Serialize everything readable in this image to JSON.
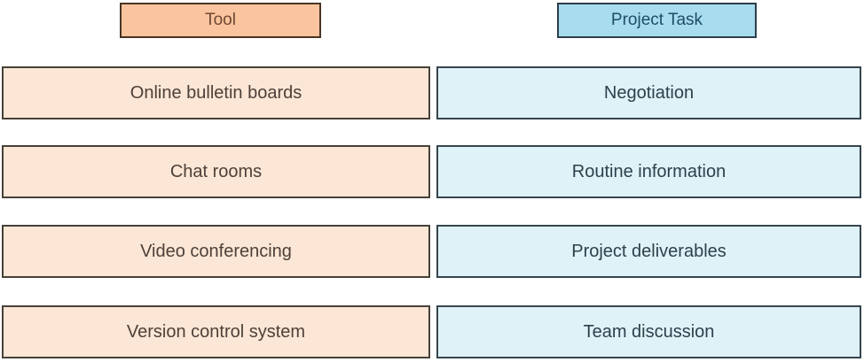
{
  "columns": {
    "tool": {
      "header": "Tool",
      "items": [
        "Online bulletin boards",
        "Chat rooms",
        "Video conferencing",
        "Version control system"
      ]
    },
    "project_task": {
      "header": "Project Task",
      "items": [
        "Negotiation",
        "Routine information",
        "Project deliverables",
        "Team discussion"
      ]
    }
  },
  "colors": {
    "tool_header_bg": "#fac49e",
    "tool_header_border": "#4a3423",
    "tool_header_text": "#6f4733",
    "tool_cell_bg": "#fce6d5",
    "tool_cell_border": "#474038",
    "tool_cell_text": "#4d413a",
    "task_header_bg": "#a8dcef",
    "task_header_border": "#2d3e4a",
    "task_header_text": "#1f4e63",
    "task_cell_bg": "#def2f8",
    "task_cell_border": "#36454d",
    "task_cell_text": "#2d414c"
  }
}
